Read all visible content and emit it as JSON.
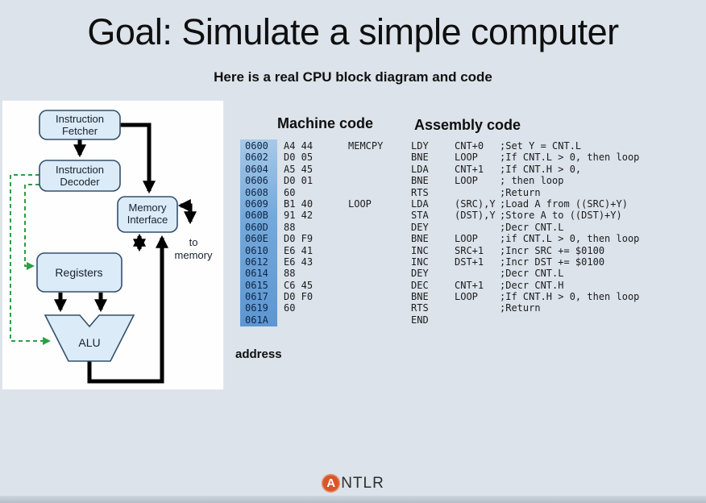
{
  "slide": {
    "title": "Goal: Simulate a simple computer",
    "subtitle": "Here is a real CPU block diagram and code"
  },
  "diagram": {
    "fetcher_line1": "Instruction",
    "fetcher_line2": "Fetcher",
    "decoder_line1": "Instruction",
    "decoder_line2": "Decoder",
    "memory_interface_line1": "Memory",
    "memory_interface_line2": "Interface",
    "registers_label": "Registers",
    "alu_label": "ALU",
    "to_memory_line1": "to",
    "to_memory_line2": "memory"
  },
  "code": {
    "machine_header": "Machine code",
    "assembly_header": "Assembly code",
    "address_label": "address",
    "rows": [
      {
        "addr": "0600",
        "bytes": "A4 44",
        "label": "MEMCPY",
        "mn": "LDY",
        "op": "CNT+0",
        "cm": ";Set Y = CNT.L"
      },
      {
        "addr": "0602",
        "bytes": "D0 05",
        "label": "",
        "mn": "BNE",
        "op": "LOOP",
        "cm": ";If CNT.L > 0, then loop"
      },
      {
        "addr": "0604",
        "bytes": "A5 45",
        "label": "",
        "mn": "LDA",
        "op": "CNT+1",
        "cm": ";If CNT.H > 0,"
      },
      {
        "addr": "0606",
        "bytes": "D0 01",
        "label": "",
        "mn": "BNE",
        "op": "LOOP",
        "cm": "; then loop"
      },
      {
        "addr": "0608",
        "bytes": "60",
        "label": "",
        "mn": "RTS",
        "op": "",
        "cm": ";Return"
      },
      {
        "addr": "0609",
        "bytes": "B1 40",
        "label": "LOOP",
        "mn": "LDA",
        "op": "(SRC),Y",
        "cm": ";Load A from ((SRC)+Y)"
      },
      {
        "addr": "060B",
        "bytes": "91 42",
        "label": "",
        "mn": "STA",
        "op": "(DST),Y",
        "cm": ";Store A to ((DST)+Y)"
      },
      {
        "addr": "060D",
        "bytes": "88",
        "label": "",
        "mn": "DEY",
        "op": "",
        "cm": ";Decr CNT.L"
      },
      {
        "addr": "060E",
        "bytes": "D0 F9",
        "label": "",
        "mn": "BNE",
        "op": "LOOP",
        "cm": ";if CNT.L > 0, then loop"
      },
      {
        "addr": "0610",
        "bytes": "E6 41",
        "label": "",
        "mn": "INC",
        "op": "SRC+1",
        "cm": ";Incr SRC += $0100"
      },
      {
        "addr": "0612",
        "bytes": "E6 43",
        "label": "",
        "mn": "INC",
        "op": "DST+1",
        "cm": ";Incr DST += $0100"
      },
      {
        "addr": "0614",
        "bytes": "88",
        "label": "",
        "mn": "DEY",
        "op": "",
        "cm": ";Decr CNT.L"
      },
      {
        "addr": "0615",
        "bytes": "C6 45",
        "label": "",
        "mn": "DEC",
        "op": "CNT+1",
        "cm": ";Decr CNT.H"
      },
      {
        "addr": "0617",
        "bytes": "D0 F0",
        "label": "",
        "mn": "BNE",
        "op": "LOOP",
        "cm": ";If CNT.H > 0, then loop"
      },
      {
        "addr": "0619",
        "bytes": "60",
        "label": "",
        "mn": "RTS",
        "op": "",
        "cm": ";Return"
      },
      {
        "addr": "061A",
        "bytes": "",
        "label": "",
        "mn": "END",
        "op": "",
        "cm": ""
      }
    ]
  },
  "footer": {
    "logo_letter": "A",
    "logo_text": "NTLR"
  },
  "colors": {
    "background": "#dce3ea",
    "address_highlight_top": "#a8c9e8",
    "address_highlight_bottom": "#5e96d1",
    "box_fill": "#dcebf8",
    "box_stroke": "#33506b",
    "control_signal_green": "#2f9e44",
    "logo_orange": "#d8562a"
  }
}
